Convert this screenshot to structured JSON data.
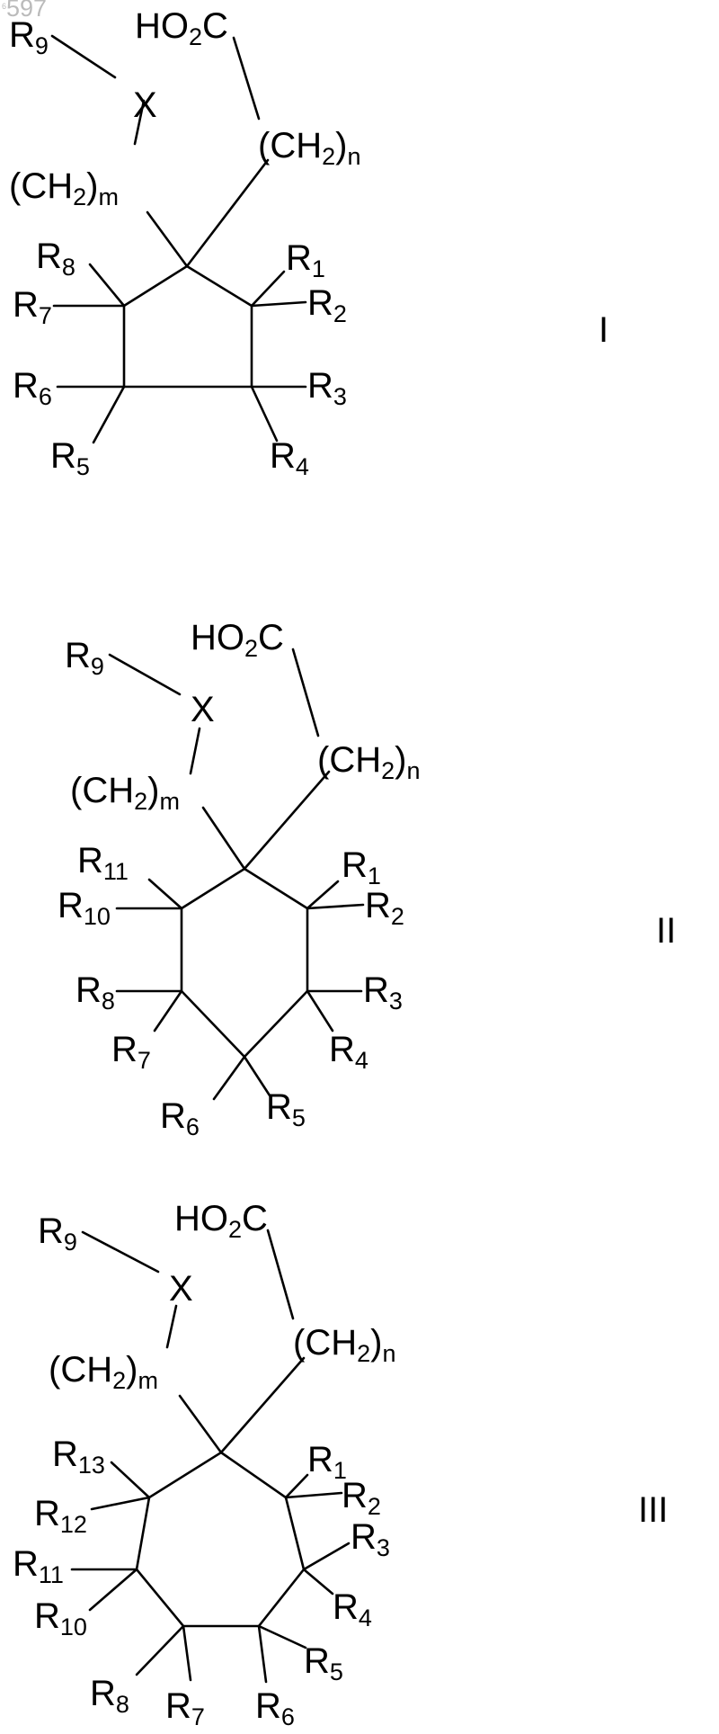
{
  "page": {
    "watermark": "6597"
  },
  "structures": [
    {
      "id": "I",
      "roman_numeral": "I",
      "acid_label": "HO2C",
      "chain_n_label": "(CH2)n",
      "chain_m_label": "(CH2)m",
      "linker_label": "X",
      "substituent_r9": "R9",
      "ring_size": 5,
      "ring_substituents": [
        "R1",
        "R2",
        "R3",
        "R4",
        "R5",
        "R6",
        "R7",
        "R8"
      ]
    },
    {
      "id": "II",
      "roman_numeral": "II",
      "acid_label": "HO2C",
      "chain_n_label": "(CH2)n",
      "chain_m_label": "(CH2)m",
      "linker_label": "X",
      "substituent_r9": "R9",
      "ring_size": 6,
      "ring_substituents": [
        "R1",
        "R2",
        "R3",
        "R4",
        "R5",
        "R6",
        "R7",
        "R8",
        "R10",
        "R11"
      ]
    },
    {
      "id": "III",
      "roman_numeral": "III",
      "acid_label": "HO2C",
      "chain_n_label": "(CH2)n",
      "chain_m_label": "(CH2)m",
      "linker_label": "X",
      "substituent_r9": "R9",
      "ring_size": 7,
      "ring_substituents": [
        "R1",
        "R2",
        "R3",
        "R4",
        "R5",
        "R6",
        "R7",
        "R8",
        "R10",
        "R11",
        "R12",
        "R13"
      ]
    }
  ]
}
